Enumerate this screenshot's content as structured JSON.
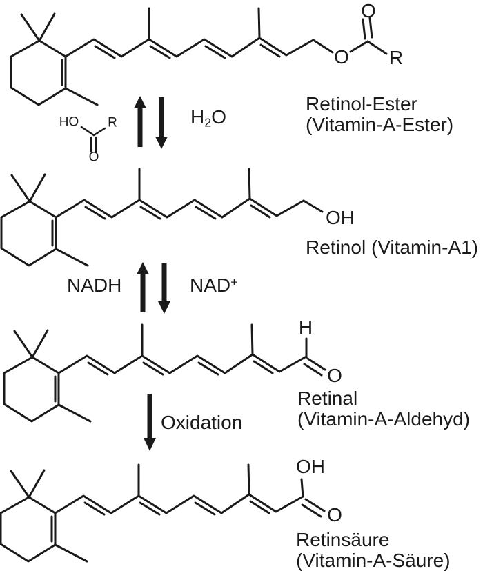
{
  "structures": {
    "retinol_ester": {
      "name_line1": "Retinol-Ester",
      "name_line2": "(Vitamin-A-Ester)",
      "atom_o_ester": "O",
      "atom_o_carbonyl": "O",
      "atom_r": "R"
    },
    "retinol": {
      "name_line1": "Retinol (Vitamin-A1)",
      "atom_oh": "OH"
    },
    "retinal": {
      "name_line1": "Retinal",
      "name_line2": "(Vitamin-A-Aldehyd)",
      "atom_h": "H",
      "atom_o": "O"
    },
    "retinsaeure": {
      "name_line1": "Retinsäure",
      "name_line2": "(Vitamin-A-Säure)",
      "atom_oh": "OH",
      "atom_o": "O"
    }
  },
  "reactions": {
    "hydrolysis": {
      "fragment_ho": "HO",
      "fragment_r": "R",
      "fragment_o": "O",
      "water_h": "H",
      "water_sub": "2",
      "water_o": "O"
    },
    "redox": {
      "left": "NADH",
      "right_base": "NAD",
      "right_sup": "+"
    },
    "oxidation": {
      "label": "Oxidation"
    }
  },
  "colors": {
    "ink": "#1a1a1a",
    "background": "#ffffff"
  }
}
